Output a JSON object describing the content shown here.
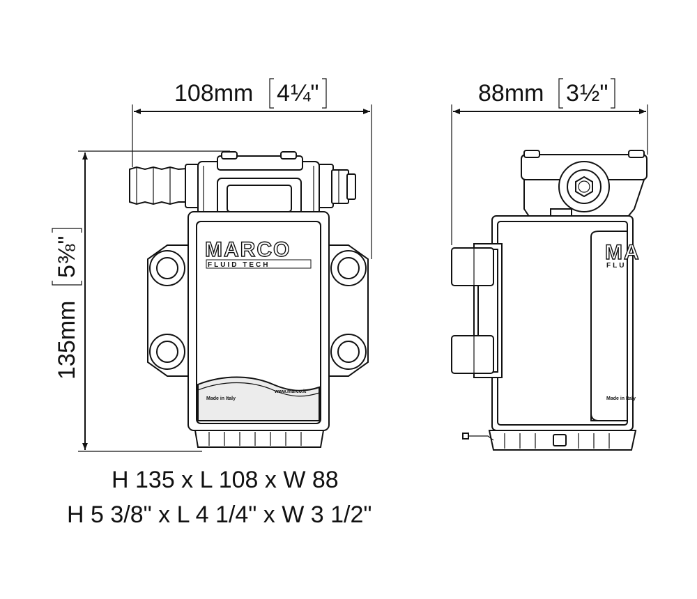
{
  "dimensions": {
    "front_width": {
      "metric": "108mm",
      "imperial_whole": "4",
      "imperial_fraction": "¼\""
    },
    "side_width": {
      "metric": "88mm",
      "imperial_whole": "3",
      "imperial_fraction": "½\""
    },
    "height": {
      "metric": "135mm",
      "imperial_whole": "5",
      "imperial_fraction": "⅜\""
    }
  },
  "caption": {
    "metric_line": "H 135 x L 108 x W 88",
    "imperial_line": "H 5 3/8\" x L 4 1/4\" x W 3 1/2\""
  },
  "labels": {
    "brand": "MARCO",
    "brand_sub": "FLUID TECH",
    "made_in": "Made in Italy",
    "website": "www.marco.it",
    "side_brand": "MA",
    "side_brand_sub": "FLU",
    "side_made_in": "Made in Italy"
  },
  "colors": {
    "line": "#111111",
    "background": "#ffffff"
  }
}
